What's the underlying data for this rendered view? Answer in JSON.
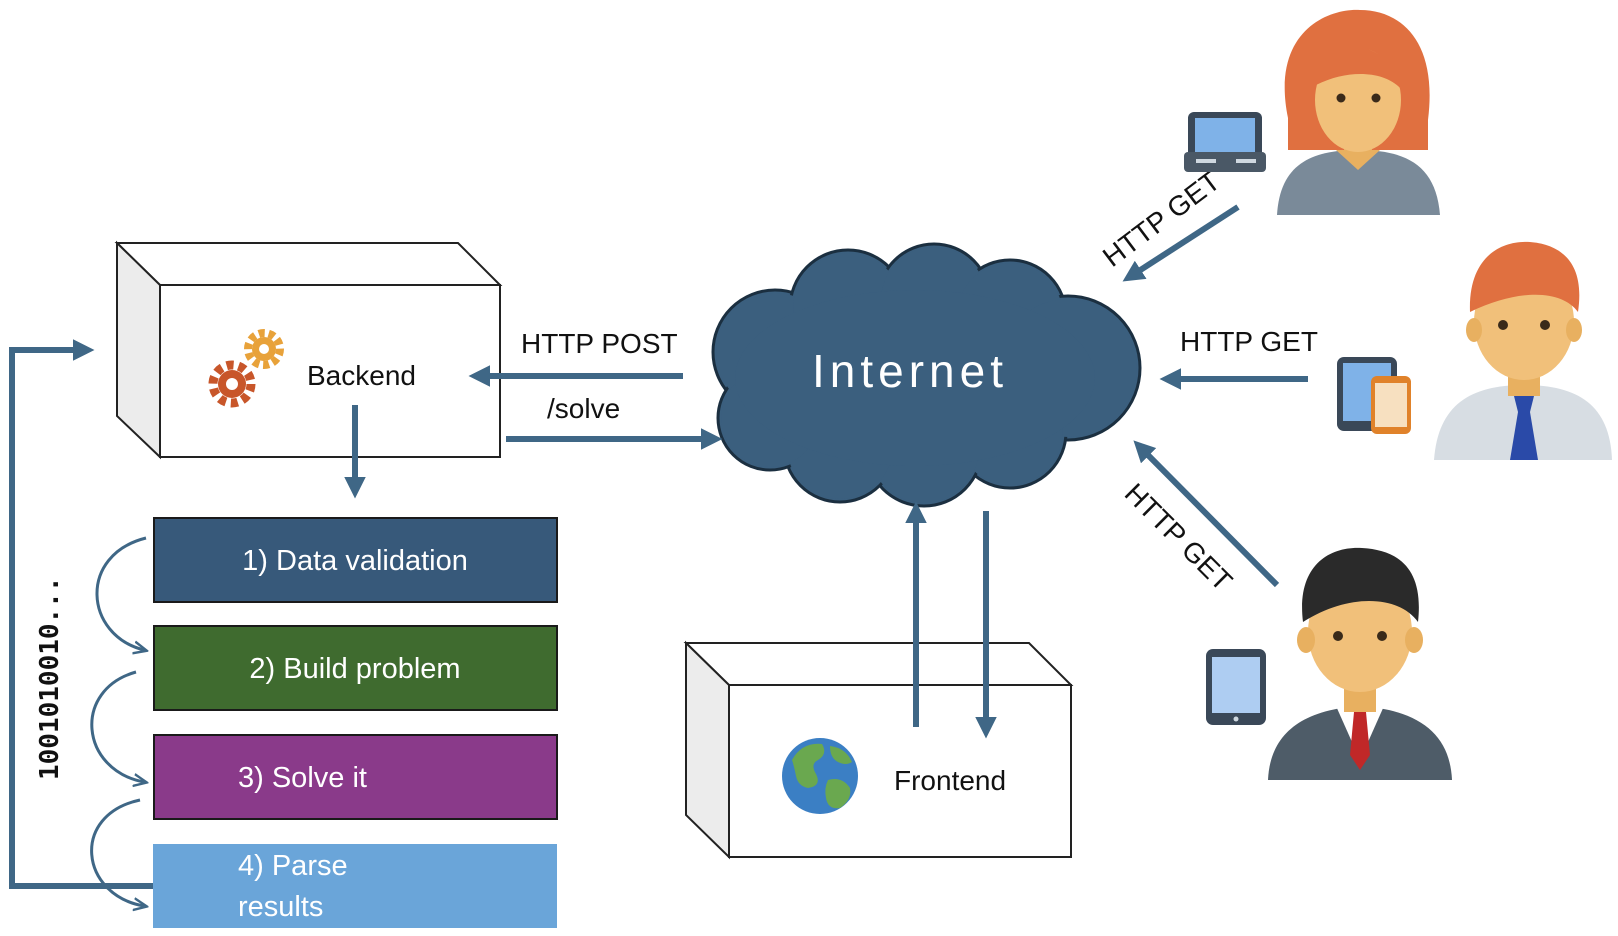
{
  "colors": {
    "arrow": "#3f6786",
    "cloud": "#3b5f7e",
    "step1": "#37597a",
    "step2": "#3f6b2f",
    "step3": "#8a3a8a",
    "step4": "#6aa5d9"
  },
  "backend": {
    "label": "Backend",
    "icon": "gears-icon"
  },
  "frontend": {
    "label": "Frontend",
    "icon": "globe-icon"
  },
  "internet": {
    "label": "Internet"
  },
  "arrows": {
    "post": "HTTP POST",
    "solve": "/solve",
    "get_top": "HTTP GET",
    "get_mid": "HTTP GET",
    "get_bottom": "HTTP GET"
  },
  "steps": {
    "s1": "1) Data validation",
    "s2": "2) Build problem",
    "s3": "3) Solve it",
    "s4_line1": "4) Parse",
    "s4_line2": "results"
  },
  "binary": "1001010010...",
  "users": [
    {
      "icon": "woman-user-icon",
      "device": "laptop-icon"
    },
    {
      "icon": "man-user-icon",
      "device": "phone-tablet-icon"
    },
    {
      "icon": "businessman-user-icon",
      "device": "tablet-icon"
    }
  ]
}
